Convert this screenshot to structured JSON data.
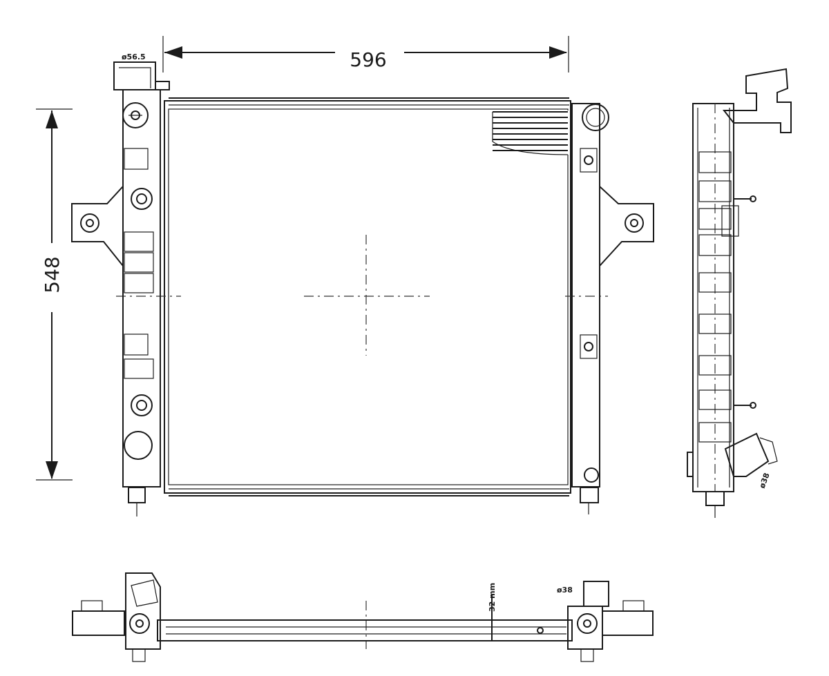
{
  "dimensions": {
    "width": "596",
    "height": "548",
    "inlet_diameter": "ø56.5",
    "outlet_diameter": "ø38",
    "side_outlet": "ø38",
    "core_thickness": "32 mm"
  }
}
